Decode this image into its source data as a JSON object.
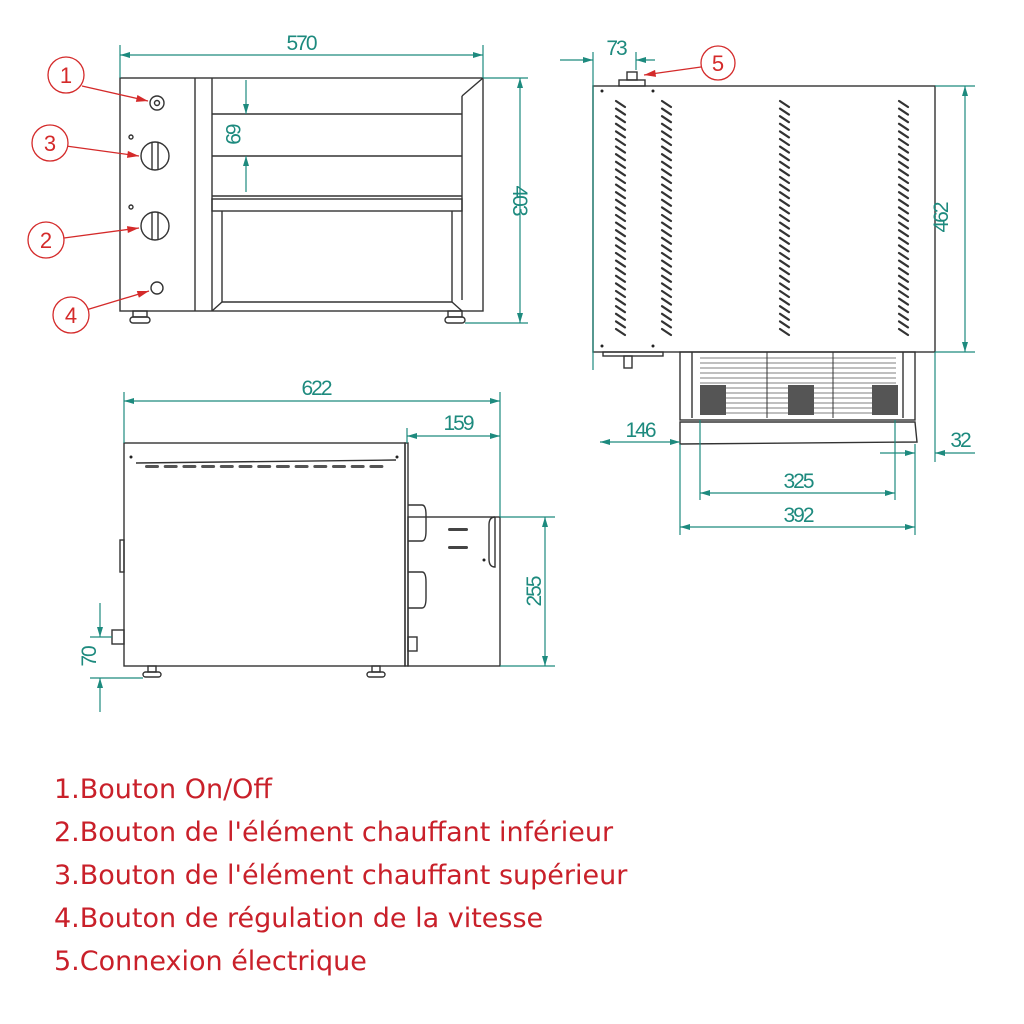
{
  "dimensions": {
    "front_width": "570",
    "front_height": "403",
    "opening_height": "69",
    "rear_offset": "73",
    "rear_height": "462",
    "side_offset": "146",
    "tray_overhang": "32",
    "belt_width": "325",
    "tray_width": "392",
    "side_depth": "622",
    "side_extension": "159",
    "extension_height": "255",
    "foot_height": "70"
  },
  "callouts": [
    "1",
    "2",
    "3",
    "4",
    "5"
  ],
  "legend": [
    {
      "num": "1.",
      "text": "Bouton On/Off"
    },
    {
      "num": "2.",
      "text": "Bouton de l'élément chauffant inférieur"
    },
    {
      "num": "3.",
      "text": "Bouton de l'élément chauffant supérieur"
    },
    {
      "num": "4.",
      "text": "Bouton de régulation de la vitesse"
    },
    {
      "num": "5.",
      "text": "Connexion électrique"
    }
  ],
  "colors": {
    "dimension": "#1d8a7e",
    "callout": "#d42a2a",
    "legend": "#c9202a"
  }
}
